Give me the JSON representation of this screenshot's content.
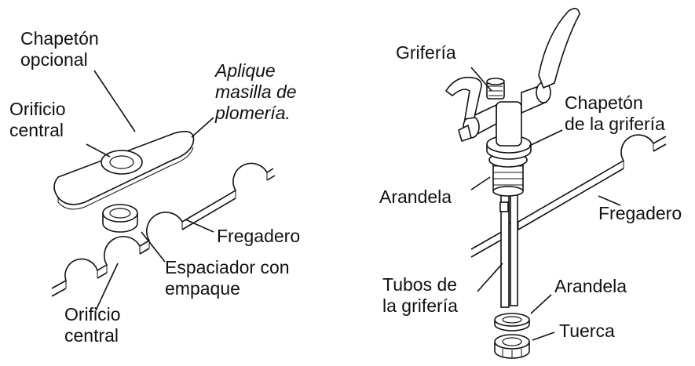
{
  "left": {
    "chapeton_opcional": [
      "Chapetón",
      "opcional"
    ],
    "aplique_masilla": [
      "Aplique",
      "masilla de",
      "plomería."
    ],
    "orificio_central_top": [
      "Orificio",
      "central"
    ],
    "fregadero": "Fregadero",
    "espaciador": [
      "Espaciador con",
      "empaque"
    ],
    "orificio_central_bottom": [
      "Orificio",
      "central"
    ]
  },
  "right": {
    "griferia": "Grifería",
    "chapeton_griferia": [
      "Chapetón",
      "de la grifería"
    ],
    "arandela_top": "Arandela",
    "fregadero": "Fregadero",
    "tubos": [
      "Tubos de",
      "la grifería"
    ],
    "arandela_bottom": "Arandela",
    "tuerca": "Tuerca"
  }
}
